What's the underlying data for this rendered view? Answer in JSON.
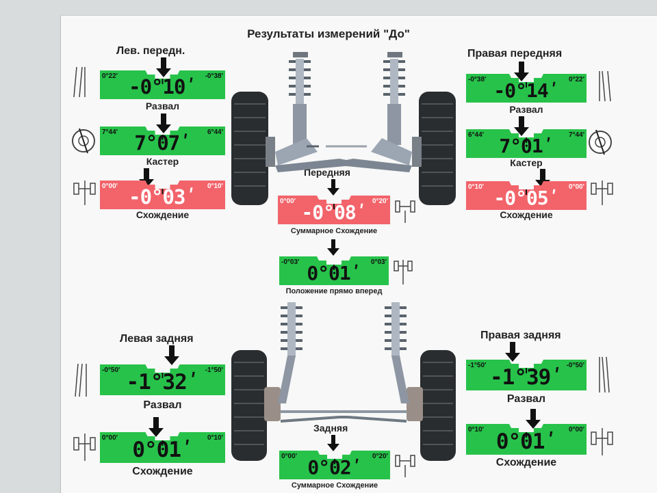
{
  "title": "Результаты измерений \"До\"",
  "colors": {
    "green": "#27c24a",
    "red": "#f2636a",
    "sheet": "#f7f8f7"
  },
  "front_left": {
    "header": "Лев. передн.",
    "camber": {
      "min": "0°22'",
      "max": "-0°38'",
      "value": "-0°10ʹ",
      "label": "Развал",
      "status": "ok"
    },
    "caster": {
      "min": "7°44'",
      "max": "6°44'",
      "value": "7°07ʹ",
      "label": "Кастер",
      "status": "ok"
    },
    "toe": {
      "min": "0°00'",
      "max": "0°10'",
      "value": "-0°03ʹ",
      "label": "Схождение",
      "status": "out-of-range"
    }
  },
  "front_right": {
    "header": "Правая передняя",
    "camber": {
      "min": "-0°38'",
      "max": "0°22'",
      "value": "-0°14ʹ",
      "label": "Развал",
      "status": "ok"
    },
    "caster": {
      "min": "6°44'",
      "max": "7°44'",
      "value": "7°01ʹ",
      "label": "Кастер",
      "status": "ok"
    },
    "toe": {
      "min": "0°10'",
      "max": "0°00'",
      "value": "-0°05ʹ",
      "label": "Схождение",
      "status": "out-of-range"
    }
  },
  "front_total": {
    "header": "Передняя",
    "total_toe": {
      "min": "0°00'",
      "max": "0°20'",
      "value": "-0°08ʹ",
      "label": "Суммарное Схождение",
      "status": "out-of-range"
    },
    "thrust": {
      "min": "-0°03'",
      "max": "0°03'",
      "value": "0°01ʹ",
      "label": "Положение прямо вперед",
      "status": "ok"
    }
  },
  "rear_left": {
    "header": "Левая задняя",
    "camber": {
      "min": "-0°50'",
      "max": "-1°50'",
      "value": "-1°32ʹ",
      "label": "Развал",
      "status": "ok"
    },
    "toe": {
      "min": "0°00'",
      "max": "0°10'",
      "value": "0°01ʹ",
      "label": "Схождение",
      "status": "ok"
    }
  },
  "rear_right": {
    "header": "Правая задняя",
    "camber": {
      "min": "-1°50'",
      "max": "-0°50'",
      "value": "-1°39ʹ",
      "label": "Развал",
      "status": "ok"
    },
    "toe": {
      "min": "0°10'",
      "max": "0°00'",
      "value": "0°01ʹ",
      "label": "Схождение",
      "status": "ok"
    }
  },
  "rear_total": {
    "header": "Задняя",
    "total_toe": {
      "min": "0°00'",
      "max": "0°20'",
      "value": "0°02ʹ",
      "label": "Суммарное Схождение",
      "status": "ok"
    }
  },
  "icons": {
    "camber": "camber-diagram-icon",
    "caster": "caster-wheel-icon",
    "toe": "toe-diagram-icon",
    "total_toe": "axle-toe-icon",
    "thrust": "thrust-angle-icon"
  }
}
